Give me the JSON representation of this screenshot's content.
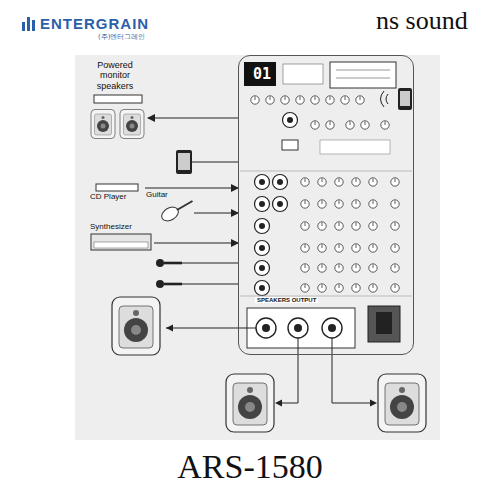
{
  "diagram": {
    "caption": "ARS-1580",
    "nodes": [
      {
        "text": [
          "01",
          "SPEAKERS OUTPUT"
        ]
      },
      {
        "text": [
          "Powered monitor speakers"
        ]
      },
      {
        "text": [
          "CD Player"
        ]
      },
      {
        "text": [
          "Guitar"
        ]
      },
      {
        "text": [
          "Synthesizer"
        ]
      }
    ],
    "edges": [
      {
        "from": 0,
        "to": 1,
        "arrow": "to"
      },
      {
        "from": 2,
        "to": 0,
        "arrow": "to"
      },
      {
        "from": 3,
        "to": 0,
        "arrow": "to"
      },
      {
        "from": 4,
        "to": 0,
        "arrow": "to"
      }
    ],
    "labels": [
      "ENTERGRAIN",
      "(주)엔터그레인",
      "ns sound"
    ]
  }
}
